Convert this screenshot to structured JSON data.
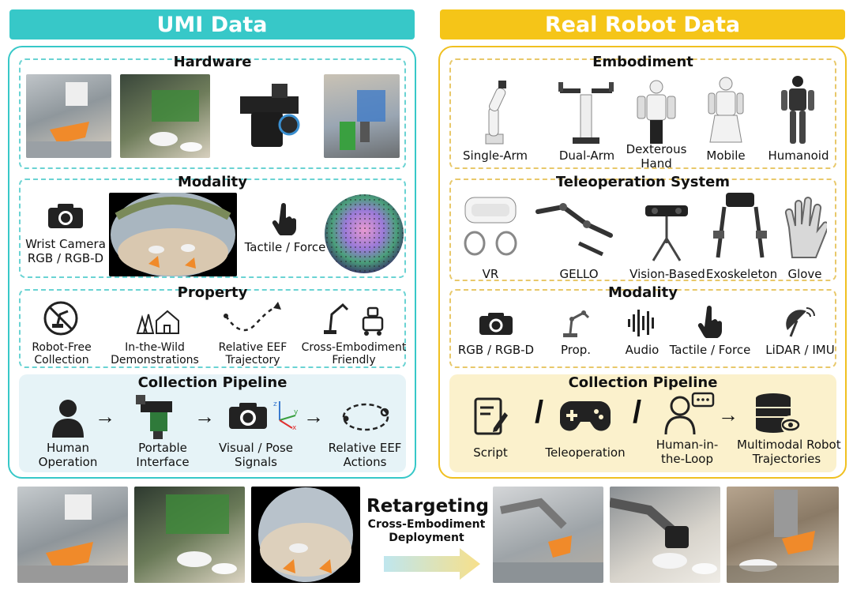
{
  "umi": {
    "title": "UMI Data",
    "hardware": {
      "title": "Hardware"
    },
    "modality": {
      "title": "Modality",
      "wrist_camera": "Wrist Camera\nRGB / RGB-D",
      "tactile": "Tactile / Force"
    },
    "property": {
      "title": "Property",
      "items": [
        {
          "label": "Robot-Free\nCollection"
        },
        {
          "label": "In-the-Wild\nDemonstrations"
        },
        {
          "label": "Relative EEF\nTrajectory"
        },
        {
          "label": "Cross-Embodiment\nFriendly"
        }
      ]
    },
    "pipeline": {
      "title": "Collection Pipeline",
      "steps": [
        "Human\nOperation",
        "Portable\nInterface",
        "Visual / Pose\nSignals",
        "Relative EEF\nActions"
      ],
      "axes": {
        "x": "x",
        "y": "y",
        "z": "z"
      }
    }
  },
  "real": {
    "title": "Real Robot Data",
    "embodiment": {
      "title": "Embodiment",
      "items": [
        "Single-Arm",
        "Dual-Arm",
        "Dexterous\nHand",
        "Mobile",
        "Humanoid"
      ]
    },
    "teleop": {
      "title": "Teleoperation System",
      "items": [
        "VR",
        "GELLO",
        "Vision-Based",
        "Exoskeleton",
        "Glove"
      ]
    },
    "modality": {
      "title": "Modality",
      "items": [
        "RGB / RGB-D",
        "Prop.",
        "Audio",
        "Tactile / Force",
        "LiDAR / IMU"
      ]
    },
    "pipeline": {
      "title": "Collection Pipeline",
      "steps": [
        "Script",
        "Teleoperation",
        "Human-in-\nthe-Loop",
        "Multimodal Robot\nTrajectories"
      ]
    }
  },
  "bottom": {
    "retargeting": "Retargeting",
    "subtitle": "Cross-Embodiment\nDeployment"
  },
  "colors": {
    "umi": "#37c8c8",
    "real": "#f5c518",
    "umi_pipeline_bg": "#e6f3f7",
    "real_pipeline_bg": "#fbf1cc"
  }
}
